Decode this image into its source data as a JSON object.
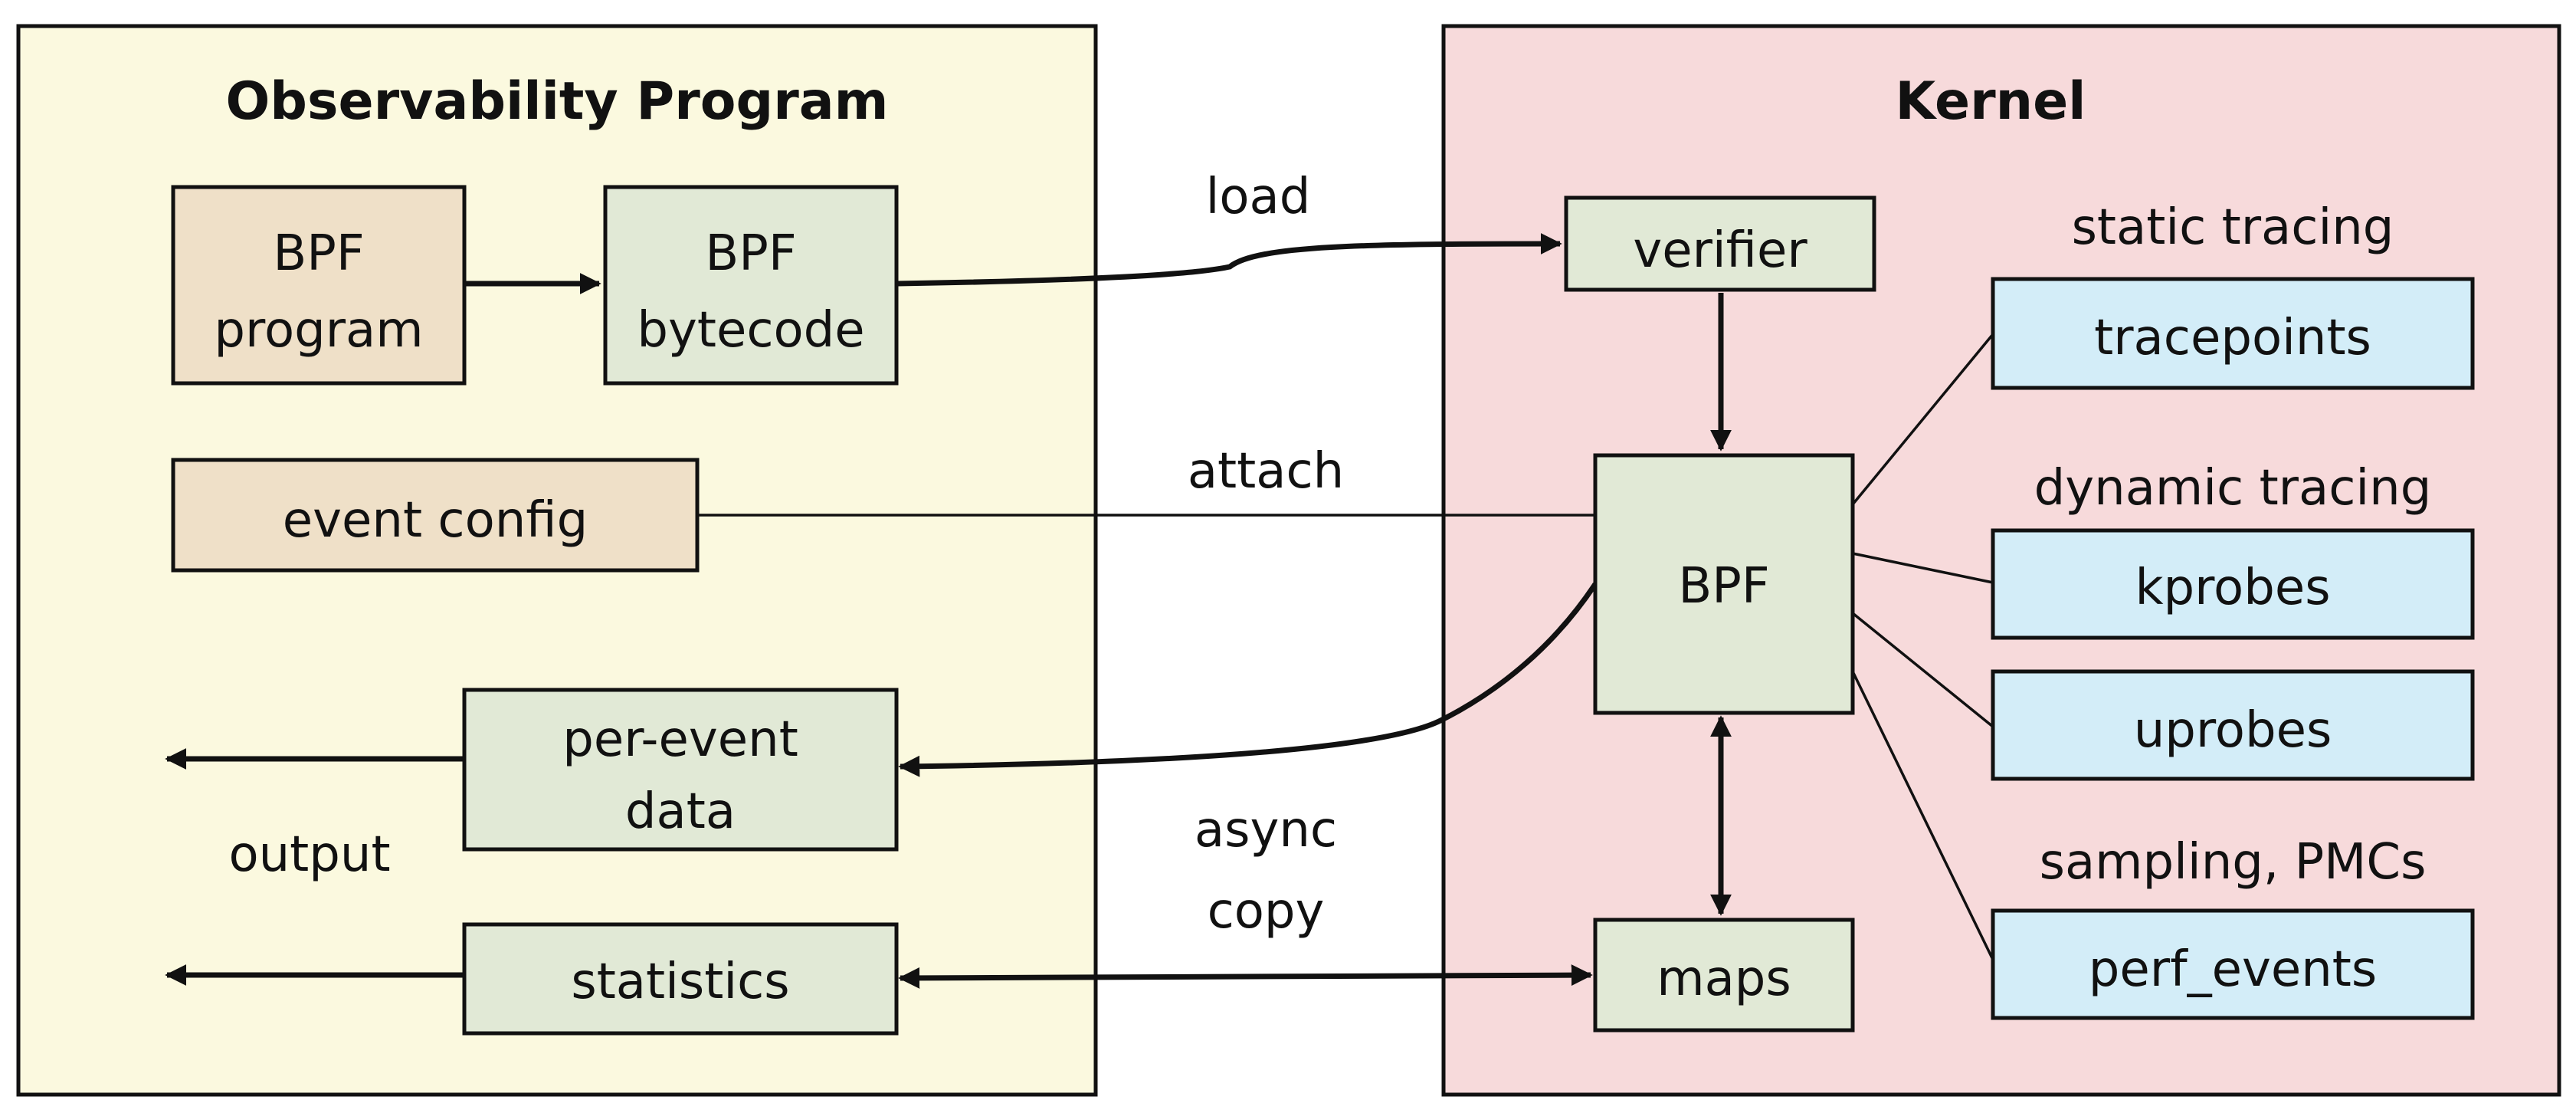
{
  "colors": {
    "left_panel": "#fbf9df",
    "right_panel": "#f7dadb",
    "tan_box": "#efe0c8",
    "green_box": "#e1e9d6",
    "blue_box": "#d3edf8",
    "stroke": "#111111"
  },
  "panels": {
    "user": {
      "title": "Observability Program"
    },
    "kernel": {
      "title": "Kernel"
    }
  },
  "boxes": {
    "bpf_program": {
      "line1": "BPF",
      "line2": "program"
    },
    "bpf_bytecode": {
      "line1": "BPF",
      "line2": "bytecode"
    },
    "event_config": {
      "label": "event config"
    },
    "per_event_data": {
      "line1": "per-event",
      "line2": "data"
    },
    "statistics": {
      "label": "statistics"
    },
    "verifier": {
      "label": "verifier"
    },
    "bpf": {
      "label": "BPF"
    },
    "maps": {
      "label": "maps"
    },
    "tracepoints": {
      "label": "tracepoints"
    },
    "kprobes": {
      "label": "kprobes"
    },
    "uprobes": {
      "label": "uprobes"
    },
    "perf_events": {
      "label": "perf_events"
    }
  },
  "labels": {
    "load": "load",
    "attach": "attach",
    "async_line1": "async",
    "async_line2": "copy",
    "output": "output",
    "static_tracing": "static tracing",
    "dynamic_tracing": "dynamic tracing",
    "sampling_pmcs": "sampling, PMCs"
  }
}
